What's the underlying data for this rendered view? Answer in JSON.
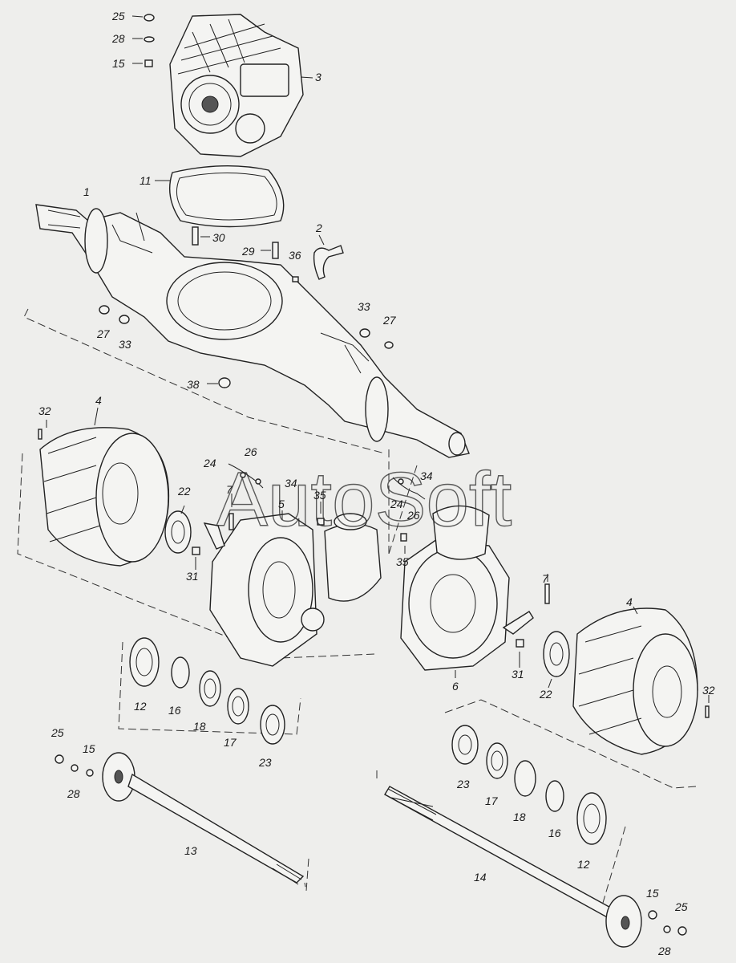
{
  "watermark": "AutoSoft",
  "callouts": [
    {
      "id": "c25a",
      "text": "25"
    },
    {
      "id": "c28a",
      "text": "28"
    },
    {
      "id": "c15a",
      "text": "15"
    },
    {
      "id": "c3",
      "text": "3"
    },
    {
      "id": "c11",
      "text": "11"
    },
    {
      "id": "c1",
      "text": "1"
    },
    {
      "id": "c30",
      "text": "30"
    },
    {
      "id": "c2",
      "text": "2"
    },
    {
      "id": "c29",
      "text": "29"
    },
    {
      "id": "c36",
      "text": "36"
    },
    {
      "id": "c27a",
      "text": "27"
    },
    {
      "id": "c33a",
      "text": "33"
    },
    {
      "id": "c33b",
      "text": "33"
    },
    {
      "id": "c27b",
      "text": "27"
    },
    {
      "id": "c38",
      "text": "38"
    },
    {
      "id": "c32a",
      "text": "32"
    },
    {
      "id": "c4a",
      "text": "4"
    },
    {
      "id": "c26a",
      "text": "26"
    },
    {
      "id": "c24a",
      "text": "24"
    },
    {
      "id": "c34a",
      "text": "34"
    },
    {
      "id": "c7a",
      "text": "7"
    },
    {
      "id": "c5",
      "text": "5"
    },
    {
      "id": "c35a",
      "text": "35"
    },
    {
      "id": "c22a",
      "text": "22"
    },
    {
      "id": "c31a",
      "text": "31"
    },
    {
      "id": "c34b",
      "text": "34"
    },
    {
      "id": "c24b",
      "text": "24"
    },
    {
      "id": "c26b",
      "text": "26"
    },
    {
      "id": "c35b",
      "text": "35"
    },
    {
      "id": "c7b",
      "text": "7"
    },
    {
      "id": "c6",
      "text": "6"
    },
    {
      "id": "c31b",
      "text": "31"
    },
    {
      "id": "c22b",
      "text": "22"
    },
    {
      "id": "c4b",
      "text": "4"
    },
    {
      "id": "c32b",
      "text": "32"
    },
    {
      "id": "c12a",
      "text": "12"
    },
    {
      "id": "c16a",
      "text": "16"
    },
    {
      "id": "c18a",
      "text": "18"
    },
    {
      "id": "c17a",
      "text": "17"
    },
    {
      "id": "c23a",
      "text": "23"
    },
    {
      "id": "c25b",
      "text": "25"
    },
    {
      "id": "c15b",
      "text": "15"
    },
    {
      "id": "c28b",
      "text": "28"
    },
    {
      "id": "c13",
      "text": "13"
    },
    {
      "id": "c23b",
      "text": "23"
    },
    {
      "id": "c17b",
      "text": "17"
    },
    {
      "id": "c18b",
      "text": "18"
    },
    {
      "id": "c16b",
      "text": "16"
    },
    {
      "id": "c12b",
      "text": "12"
    },
    {
      "id": "c14",
      "text": "14"
    },
    {
      "id": "c15c",
      "text": "15"
    },
    {
      "id": "c25c",
      "text": "25"
    },
    {
      "id": "c28c",
      "text": "28"
    }
  ]
}
